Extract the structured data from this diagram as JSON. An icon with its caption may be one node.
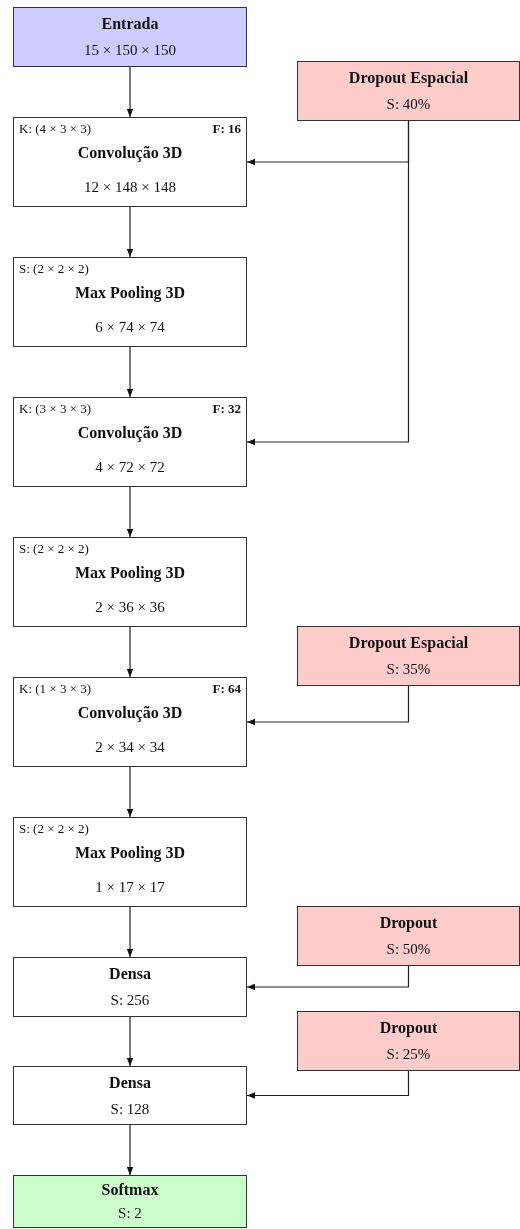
{
  "diagram": {
    "nodes": [
      {
        "text": [
          "Entrada",
          "15 × 150 × 150"
        ]
      },
      {
        "text": [
          "Dropout Espacial",
          "S: 40%"
        ]
      },
      {
        "text": [
          "K: (4 × 3 × 3)",
          "F: 16",
          "Convolução 3D",
          "12 × 148 × 148"
        ]
      },
      {
        "text": [
          "S: (2 × 2 × 2)",
          "Max Pooling 3D",
          "6 × 74 × 74"
        ]
      },
      {
        "text": [
          "K: (3 × 3 × 3)",
          "F: 32",
          "Convolução 3D",
          "4 × 72 × 72"
        ]
      },
      {
        "text": [
          "S: (2 × 2 × 2)",
          "Max Pooling 3D",
          "2 × 36 × 36"
        ]
      },
      {
        "text": [
          "Dropout Espacial",
          "S: 35%"
        ]
      },
      {
        "text": [
          "K: (1 × 3 × 3)",
          "F: 64",
          "Convolução 3D",
          "2 × 34 × 34"
        ]
      },
      {
        "text": [
          "S: (2 × 2 × 2)",
          "Max Pooling 3D",
          "1 × 17 × 17"
        ]
      },
      {
        "text": [
          "Dropout",
          "S: 50%"
        ]
      },
      {
        "text": [
          "Densa",
          "S: 256"
        ]
      },
      {
        "text": [
          "Dropout",
          "S: 25%"
        ]
      },
      {
        "text": [
          "Densa",
          "S: 128"
        ]
      },
      {
        "text": [
          "Softmax",
          "S: 2"
        ]
      }
    ],
    "edges": [
      {
        "from": 0,
        "to": 2,
        "arrow": "to"
      },
      {
        "from": 1,
        "to": 2,
        "arrow": "to"
      },
      {
        "from": 1,
        "to": 4,
        "arrow": "to"
      },
      {
        "from": 2,
        "to": 3,
        "arrow": "to"
      },
      {
        "from": 3,
        "to": 4,
        "arrow": "to"
      },
      {
        "from": 4,
        "to": 5,
        "arrow": "to"
      },
      {
        "from": 5,
        "to": 7,
        "arrow": "to"
      },
      {
        "from": 6,
        "to": 7,
        "arrow": "to"
      },
      {
        "from": 7,
        "to": 8,
        "arrow": "to"
      },
      {
        "from": 8,
        "to": 10,
        "arrow": "to"
      },
      {
        "from": 9,
        "to": 10,
        "arrow": "to"
      },
      {
        "from": 10,
        "to": 12,
        "arrow": "to"
      },
      {
        "from": 11,
        "to": 12,
        "arrow": "to"
      },
      {
        "from": 12,
        "to": 13,
        "arrow": "to"
      }
    ]
  }
}
